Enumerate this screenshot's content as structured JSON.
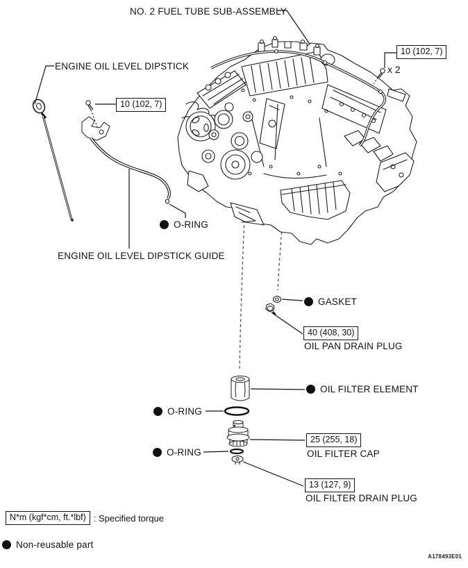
{
  "figure": {
    "code": "A178493E01",
    "colors": {
      "line": "#1a1a1a",
      "background": "#ffffff"
    },
    "parts": {
      "fuel_tube": {
        "label": "NO. 2 FUEL TUBE SUB-ASSEMBLY"
      },
      "fuel_tube_bolt": {
        "torque": "10 (102, 7)",
        "quantity": "x 2"
      },
      "dipstick": {
        "label": "ENGINE OIL LEVEL DIPSTICK"
      },
      "dipstick_guide_bolt": {
        "torque": "10 (102, 7)"
      },
      "dipstick_guide": {
        "label": "ENGINE OIL LEVEL DIPSTICK GUIDE"
      },
      "guide_o_ring": {
        "label": "O-RING"
      },
      "gasket": {
        "label": "GASKET"
      },
      "oil_pan_drain_plug": {
        "label": "OIL PAN DRAIN PLUG",
        "torque": "40 (408, 30)"
      },
      "oil_filter_element": {
        "label": "OIL FILTER ELEMENT"
      },
      "filter_o_ring": {
        "label": "O-RING"
      },
      "oil_filter_cap": {
        "label": "OIL FILTER CAP",
        "torque": "25 (255, 18)"
      },
      "cap_o_ring": {
        "label": "O-RING"
      },
      "oil_filter_drain_plug": {
        "label": "OIL FILTER DRAIN PLUG",
        "torque": "13 (127, 9)"
      }
    },
    "legend": {
      "torque_box": "N*m (kgf*cm, ft.*lbf)",
      "torque_suffix": ": Specified torque",
      "non_reusable": "Non-reusable part"
    }
  }
}
